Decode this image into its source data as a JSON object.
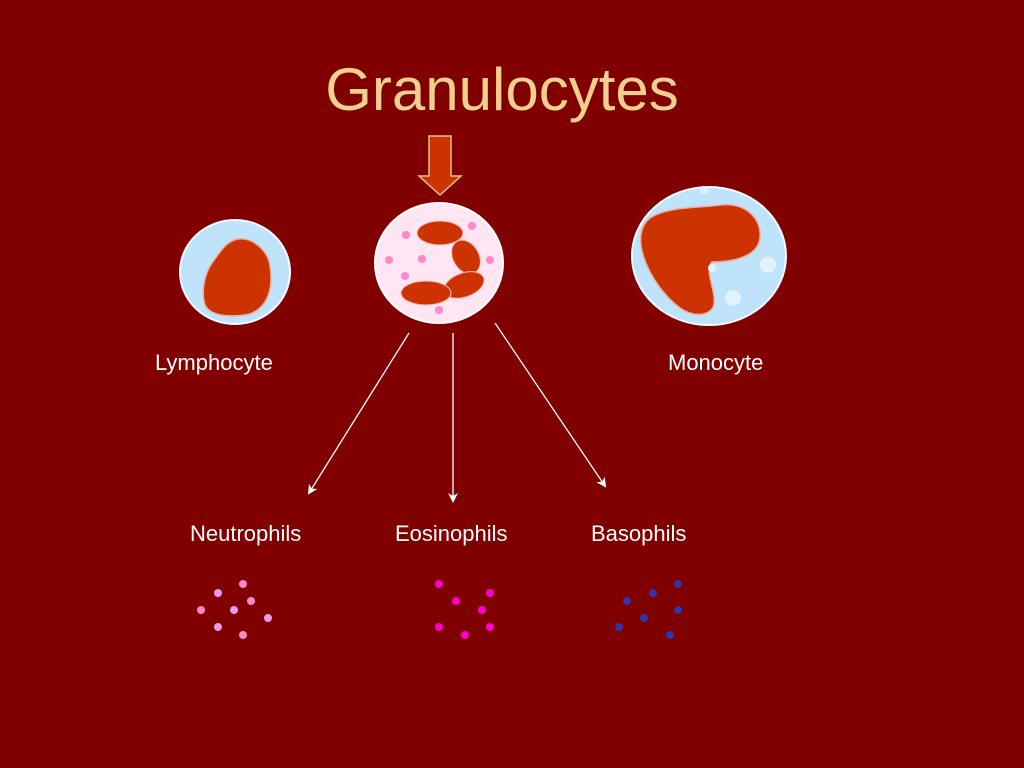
{
  "slide": {
    "title": "Granulocytes",
    "labels": {
      "lymphocyte": "Lymphocyte",
      "monocyte": "Monocyte",
      "neutrophils": "Neutrophils",
      "eosinophils": "Eosinophils",
      "basophils": "Basophils"
    }
  },
  "colors": {
    "background": "#800000",
    "title_text": "#F0D08C",
    "label_text": "#FFFFFF",
    "cell_membrane_blue": "#BFE3FB",
    "granulocyte_cytoplasm": "#FFE6F2",
    "nucleus": "#CC3300",
    "arrow_fill": "#CC3300",
    "connector_lines": "#FFFFFF",
    "neutrophil_granules": [
      "#EE99EE",
      "#FF88CC"
    ],
    "eosinophil_granules": "#FF00CC",
    "basophil_granules": "#3333AA"
  },
  "icons": {
    "pointer": "down-arrow-icon",
    "lymphocyte": "lymphocyte-cell-icon",
    "granulocyte": "granulocyte-cell-icon",
    "monocyte": "monocyte-cell-icon"
  }
}
